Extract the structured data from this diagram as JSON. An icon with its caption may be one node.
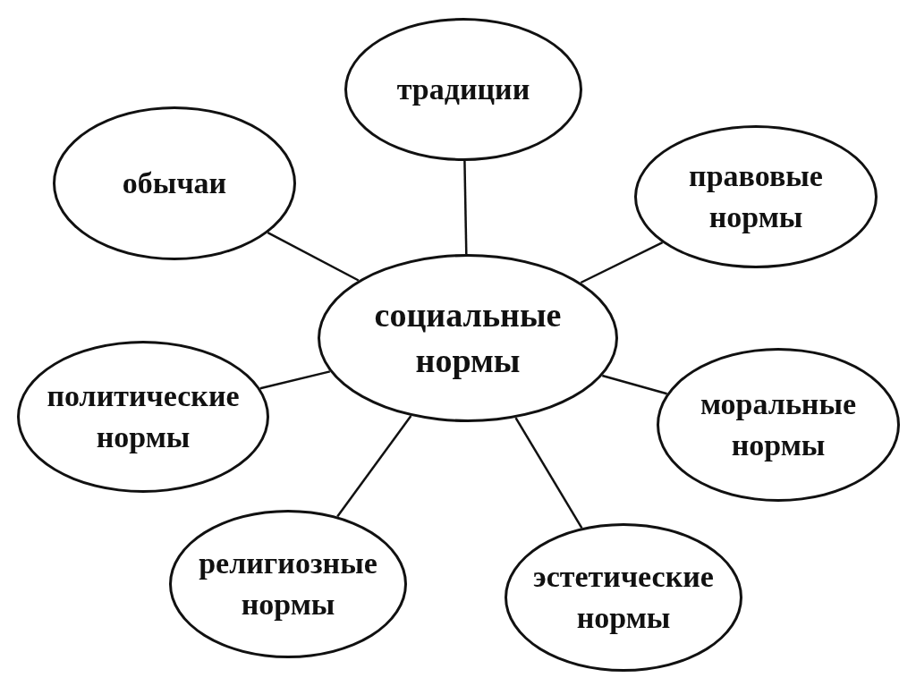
{
  "diagram": {
    "nodes": [
      {
        "text": [
          "традиции"
        ]
      },
      {
        "text": [
          "обычаи"
        ]
      },
      {
        "text": [
          "правовые нормы"
        ]
      },
      {
        "text": [
          "социальные нормы"
        ]
      },
      {
        "text": [
          "политические нормы"
        ]
      },
      {
        "text": [
          "моральные нормы"
        ]
      },
      {
        "text": [
          "религиозные нормы"
        ]
      },
      {
        "text": [
          "эстетические нормы"
        ]
      }
    ],
    "edges": [
      {
        "from": 3,
        "to": 0,
        "arrow": "none"
      },
      {
        "from": 3,
        "to": 1,
        "arrow": "none"
      },
      {
        "from": 3,
        "to": 2,
        "arrow": "none"
      },
      {
        "from": 3,
        "to": 4,
        "arrow": "none"
      },
      {
        "from": 3,
        "to": 5,
        "arrow": "none"
      },
      {
        "from": 3,
        "to": 6,
        "arrow": "none"
      },
      {
        "from": 3,
        "to": 7,
        "arrow": "none"
      }
    ]
  }
}
